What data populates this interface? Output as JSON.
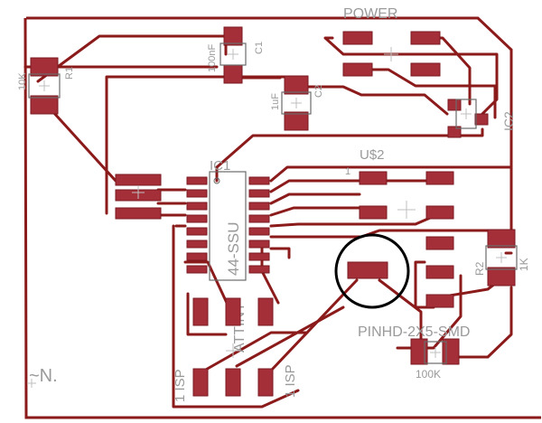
{
  "labels": {
    "power": "POWER",
    "c1_value": "100nF",
    "c1_name": "C1",
    "c2_value": "1uF",
    "c2_name": "C2",
    "r1_value": "10K",
    "r1_name": "R1",
    "ic1_name": "IC1",
    "ic1_package": "44-SSU",
    "ic1_part": "ATTINY",
    "ic2_name": "IC2",
    "u2_name": "U$2",
    "pin_one": "1",
    "r2_name": "R2",
    "r2_value": "1K",
    "header_part": "PINHD-2X5-SMD",
    "r3_value": "100K",
    "isp_left": "1 ISP",
    "isp_right": "1 ISP",
    "north": "~N."
  },
  "colors": {
    "copper": "#8b1a1a",
    "pad": "#a52f38",
    "label": "#9a9a9a",
    "highlight": "#000000"
  }
}
